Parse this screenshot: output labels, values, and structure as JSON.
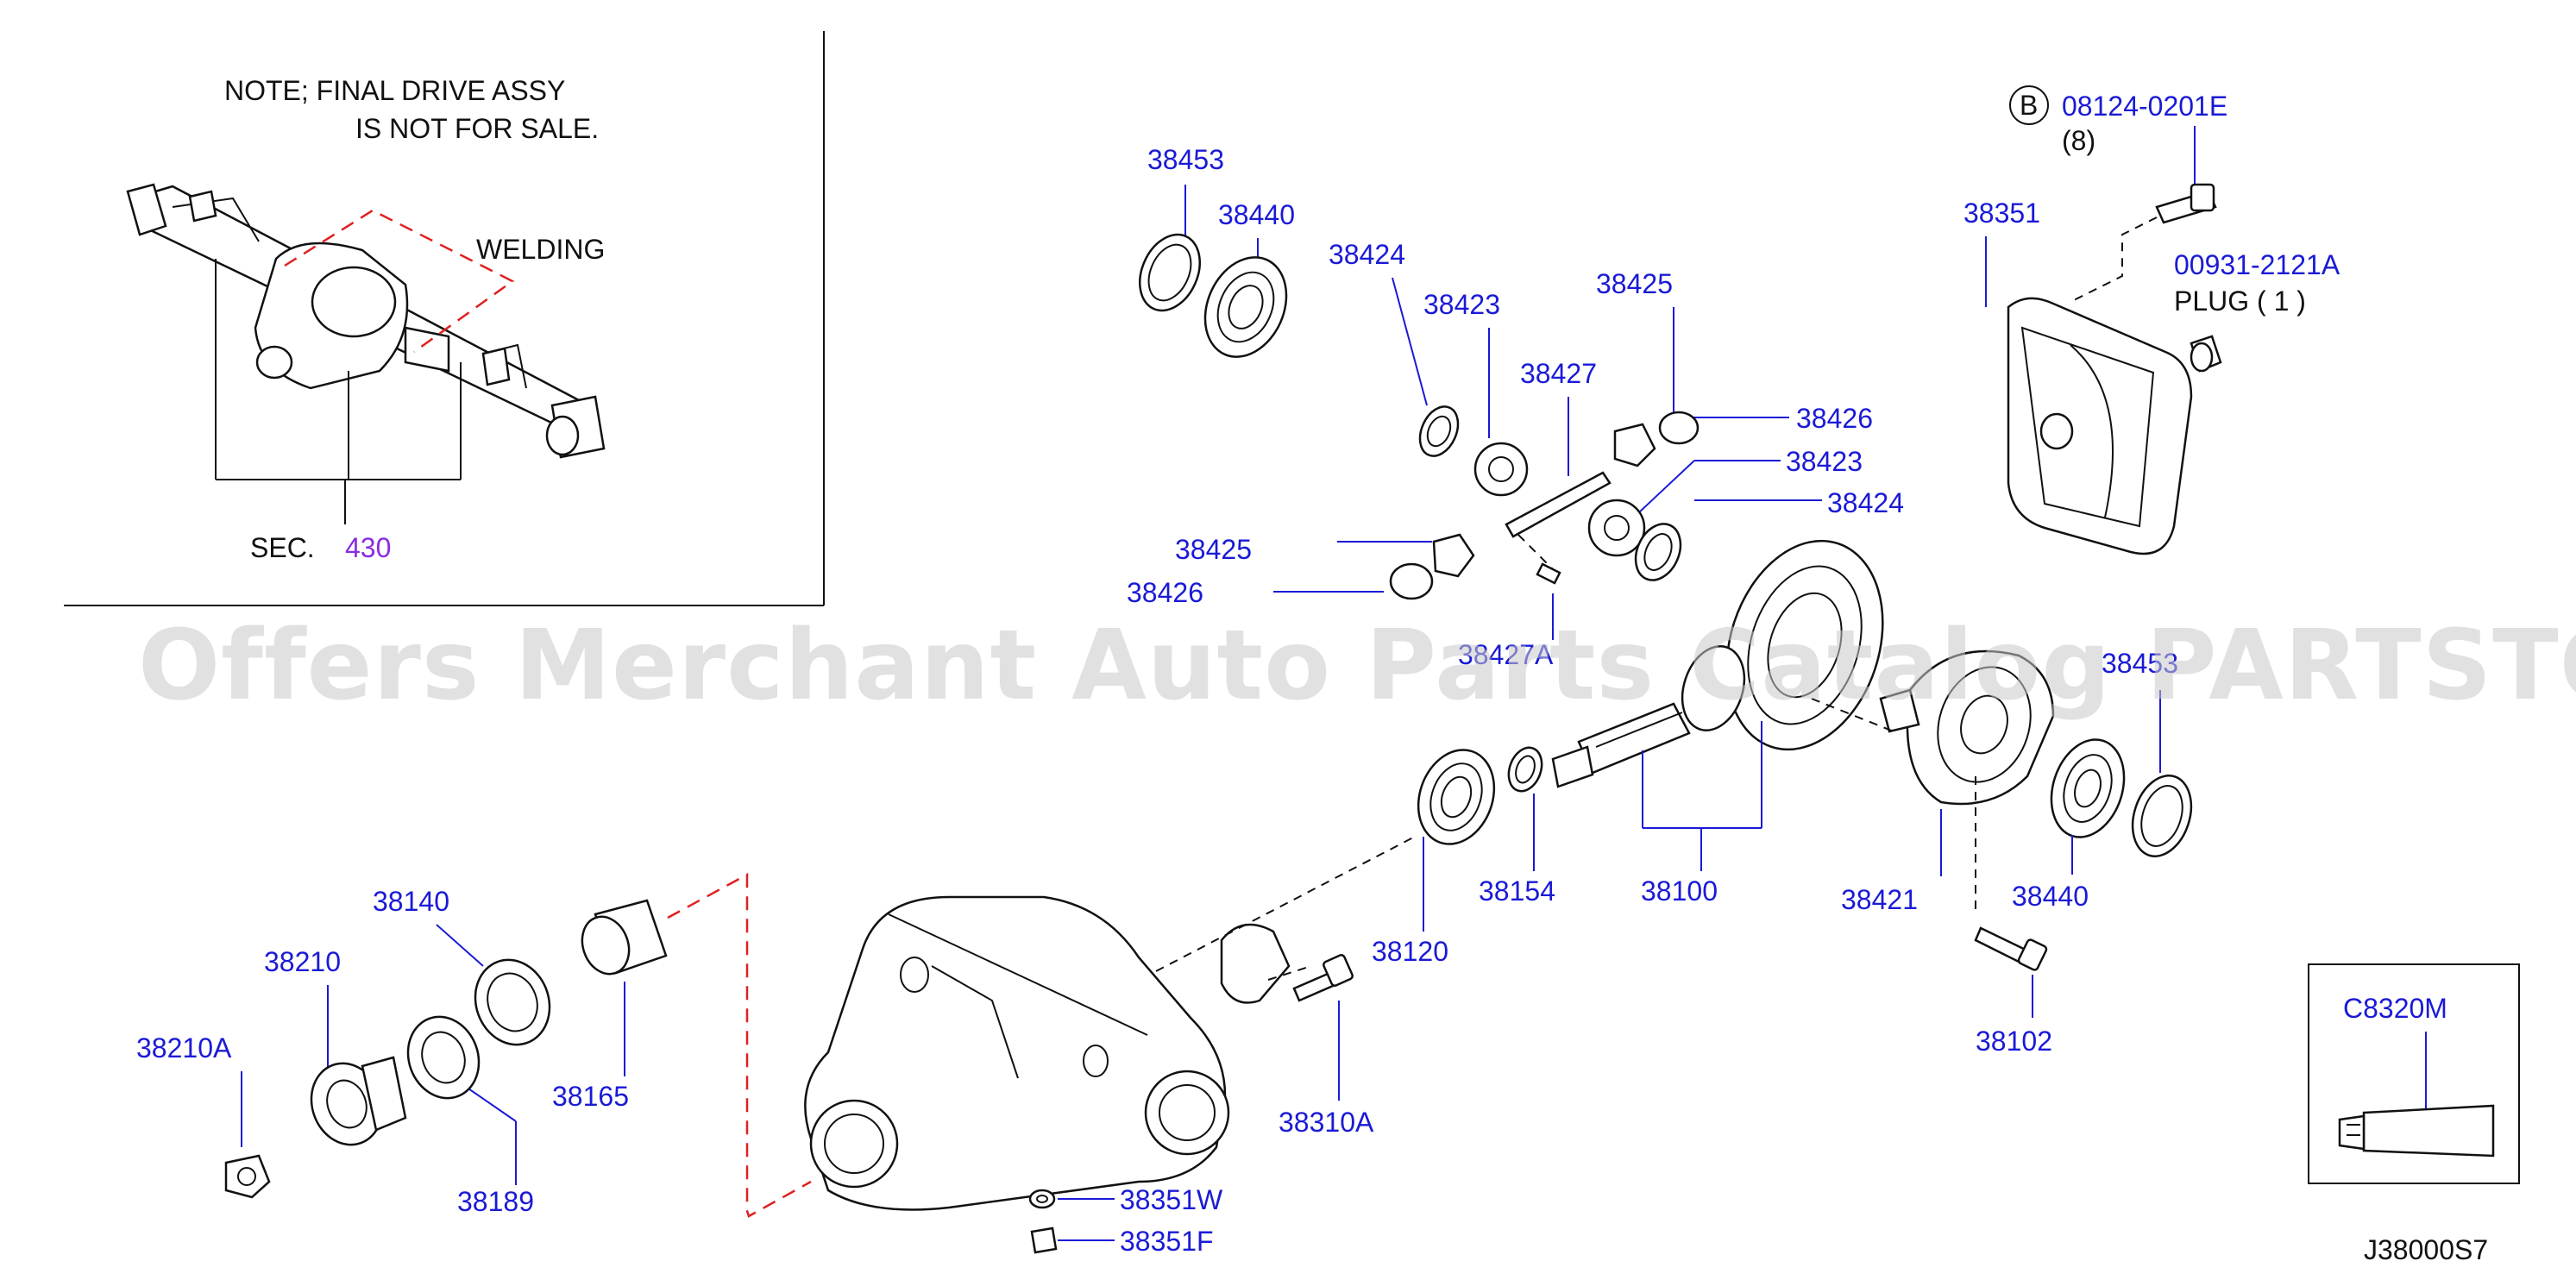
{
  "note": {
    "line1": "NOTE; FINAL DRIVE ASSY",
    "line2": "IS NOT FOR SALE."
  },
  "welding_label": "WELDING",
  "section": {
    "prefix": "SEC.",
    "number": "430"
  },
  "bolt_callout": {
    "badge": "B",
    "part": "08124-0201E",
    "qty": "(8)"
  },
  "plug_callout": {
    "part": "00931-2121A",
    "desc": "PLUG ( 1 )"
  },
  "part_labels": {
    "p38453_top": "38453",
    "p38440_top": "38440",
    "p38424_top": "38424",
    "p38423_top": "38423",
    "p38427": "38427",
    "p38425_top": "38425",
    "p38426_right": "38426",
    "p38423_right": "38423",
    "p38424_right": "38424",
    "p38425_left": "38425",
    "p38426_left": "38426",
    "p38427a": "38427A",
    "p38351": "38351",
    "p38453_right": "38453",
    "p38100": "38100",
    "p38154": "38154",
    "p38120": "38120",
    "p38421": "38421",
    "p38440_right": "38440",
    "p38102": "38102",
    "p38140": "38140",
    "p38210": "38210",
    "p38210a": "38210A",
    "p38189": "38189",
    "p38165": "38165",
    "p38310a": "38310A",
    "p38351w": "38351W",
    "p38351f": "38351F",
    "pC8320M": "C8320M"
  },
  "diagram_code": "J38000S7",
  "watermark": "Offers Merchant Auto Parts Catalog PARTSTORE.SA",
  "colors": {
    "callout_blue": "#1a1ad6",
    "section_purple": "#8a2be2",
    "welding_red": "#e02020",
    "line_black": "#111111"
  }
}
